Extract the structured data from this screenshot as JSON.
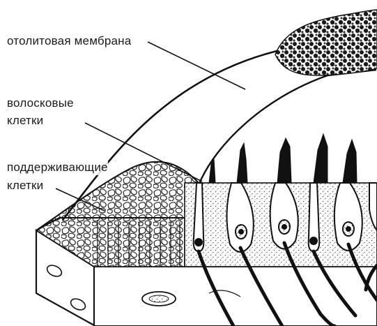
{
  "labels": {
    "otolithic_membrane": "отолитовая мембрана",
    "hair_cells_line1": "волосковые",
    "hair_cells_line2": "клетки",
    "supporting_cells_line1": "поддерживающие",
    "supporting_cells_line2": "клетки"
  },
  "colors": {
    "ink": "#111111",
    "paper": "#ffffff",
    "stipple": "#555555",
    "grain": "#222222"
  }
}
